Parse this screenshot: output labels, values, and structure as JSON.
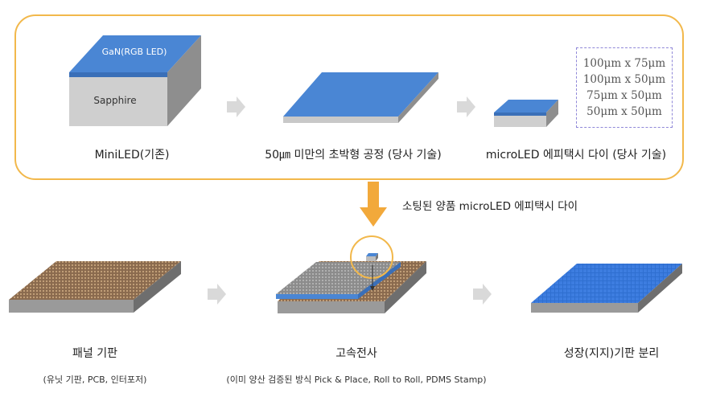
{
  "top": {
    "chip_layer_label": "GaN(RGB LED)",
    "substrate_label": "Sapphire",
    "captions": [
      "MiniLED(기존)",
      "50㎛ 미만의 초박형 공정 (당사 기술)",
      "microLED 에피택시 다이 (당사 기술)"
    ],
    "sizes": [
      "100μm x 75μm",
      "100μm x 50μm",
      "75μm x 50μm",
      "50μm x 50μm"
    ]
  },
  "down_note": "소팅된 양품 microLED 에피택시 다이",
  "bottom": {
    "steps": [
      {
        "title": "패널 기판",
        "subtitle": "(유닛 기판, PCB, 인터포저)"
      },
      {
        "title": "고속전사",
        "subtitle": "(이미 양산 검증된 방식 Pick & Place, Roll to Roll, PDMS Stamp)"
      },
      {
        "title": "성장(지지)기판 분리",
        "subtitle": ""
      }
    ]
  },
  "colors": {
    "frame": "#f2b84b",
    "blue": "#4a86d4",
    "arrow": "#f2a93b",
    "gray_arrow": "#d9d9d9"
  }
}
